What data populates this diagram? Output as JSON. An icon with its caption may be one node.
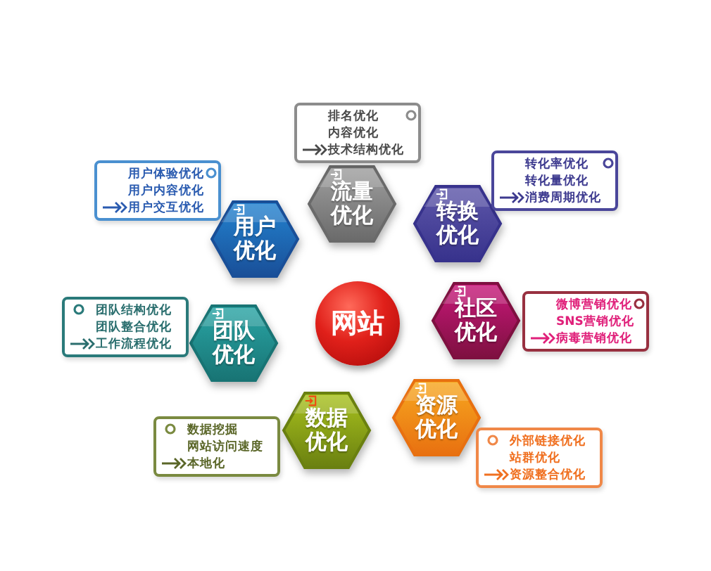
{
  "diagram": {
    "nodes": [
      {
        "text": [
          "网站"
        ]
      },
      {
        "text": [
          "流量优化"
        ]
      },
      {
        "text": [
          "排名优化",
          "内容优化",
          "技术结构优化"
        ]
      },
      {
        "text": [
          "用户优化"
        ]
      },
      {
        "text": [
          "用户体验优化",
          "用户内容优化",
          "用户交互优化"
        ]
      },
      {
        "text": [
          "转换优化"
        ]
      },
      {
        "text": [
          "转化率优化",
          "转化量优化",
          "消费周期优化"
        ]
      },
      {
        "text": [
          "团队优化"
        ]
      },
      {
        "text": [
          "团队结构优化",
          "团队整合优化",
          "工作流程优化"
        ]
      },
      {
        "text": [
          "社区优化"
        ]
      },
      {
        "text": [
          "微博营销优化",
          "SNS营销优化",
          "病毒营销优化"
        ]
      },
      {
        "text": [
          "数据优化"
        ]
      },
      {
        "text": [
          "数据挖掘",
          "网站访问速度",
          "本地化"
        ]
      },
      {
        "text": [
          "资源优化"
        ]
      },
      {
        "text": [
          "外部链接优化",
          "站群优化",
          "资源整合优化"
        ]
      }
    ]
  }
}
